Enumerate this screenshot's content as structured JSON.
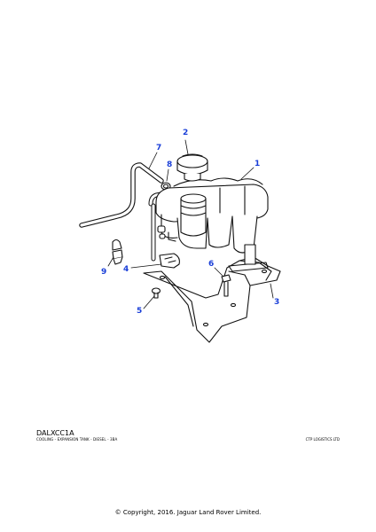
{
  "callouts": [
    {
      "id": "1",
      "label": "1"
    },
    {
      "id": "2",
      "label": "2"
    },
    {
      "id": "3",
      "label": "3"
    },
    {
      "id": "4",
      "label": "4"
    },
    {
      "id": "5",
      "label": "5"
    },
    {
      "id": "6",
      "label": "6"
    },
    {
      "id": "7",
      "label": "7"
    },
    {
      "id": "8",
      "label": "8"
    },
    {
      "id": "9",
      "label": "9"
    }
  ],
  "footer": {
    "code": "DALXCC1A",
    "subtitle": "COOLING - EXPANSION TANK - DIESEL - 3BA",
    "supplier": "CTP LOGISTICS LTD",
    "copyright": "© Copyright, 2016. Jaguar Land Rover Limited."
  },
  "colors": {
    "callout": "#1a3fd8",
    "line": "#111111"
  }
}
